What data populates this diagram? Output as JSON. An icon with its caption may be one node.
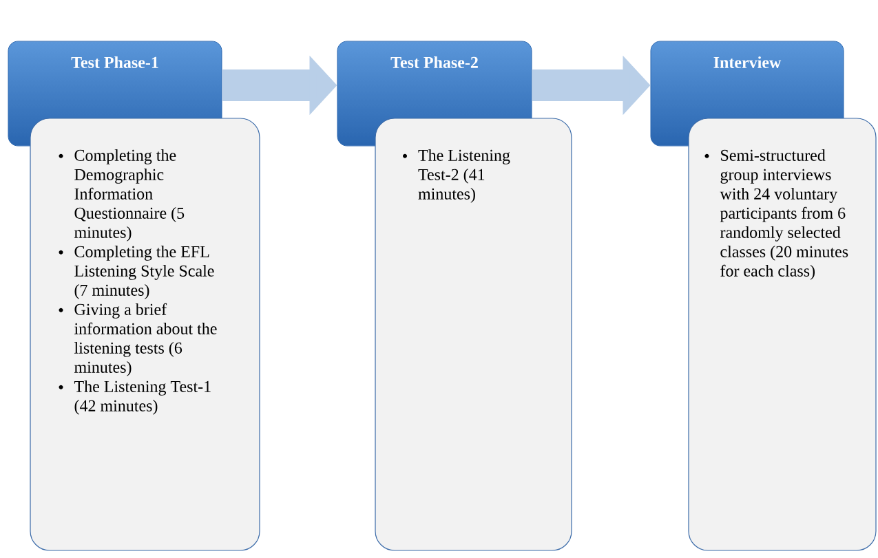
{
  "diagram": {
    "nodes": [
      {
        "text": [
          "Test Phase-1"
        ]
      },
      {
        "text": [
          "Completing the Demographic Information Questionnaire (5 minutes)",
          "Completing the EFL Listening Style Scale (7 minutes)",
          "Giving a  brief information about the listening tests (6 minutes)",
          "The Listening Test-1 (42 minutes)"
        ]
      },
      {
        "text": [
          "Test Phase-2"
        ]
      },
      {
        "text": [
          "The Listening Test-2 (41 minutes)"
        ]
      },
      {
        "text": [
          "Interview"
        ]
      },
      {
        "text": [
          "Semi-structured group interviews with 24 voluntary participants from 6 randomly selected classes (20 minutes for each class)"
        ]
      }
    ],
    "edges": [
      {
        "from": 0,
        "to": 2,
        "arrow": "to"
      },
      {
        "from": 2,
        "to": 4,
        "arrow": "to"
      }
    ]
  }
}
